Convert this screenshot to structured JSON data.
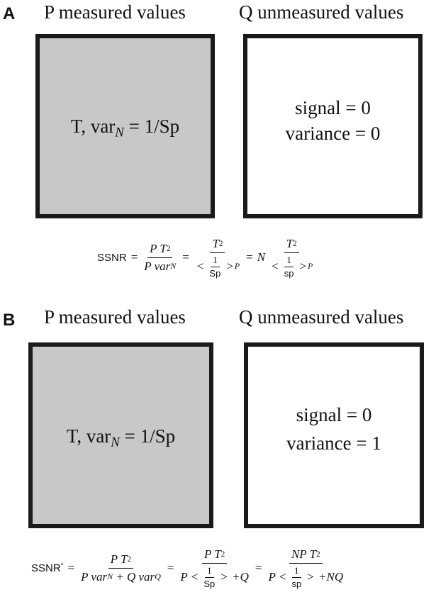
{
  "panel_a": {
    "letter": "A",
    "left_heading": "P measured values",
    "right_heading": "Q unmeasured values",
    "left_box": {
      "prefix": "T,  var",
      "sub": "N",
      "suffix": " = 1/Sp"
    },
    "right_box": {
      "line1": "signal = 0",
      "line2": "variance = 0"
    },
    "formula": {
      "lhs": "SSNR",
      "eq": "=",
      "t1_num": "P T",
      "t1_den": "P var",
      "t1_den_sub": "N",
      "t2_num": "T",
      "t3_coef": "N",
      "t3_num": "T",
      "lt": "<",
      "gt": ">",
      "one": "1",
      "sp_upper": "Sp",
      "sp_lower": "sp",
      "sub_p": "P",
      "sq": "2"
    }
  },
  "panel_b": {
    "letter": "B",
    "left_heading": "P measured values",
    "right_heading": "Q unmeasured values",
    "left_box": {
      "prefix": "T,  var",
      "sub": "N",
      "suffix": " = 1/Sp"
    },
    "right_box": {
      "line1": "signal = 0",
      "line2": "variance = 1"
    },
    "formula": {
      "lhs": "SSNR",
      "star": "*",
      "eq": "=",
      "t1_num": "P T",
      "t1_den_a": "P var",
      "t1_den_sub_n": "N",
      "t1_den_b": " + Q var",
      "t1_den_sub_q": "Q",
      "t2_num": "P T",
      "t2_den_p": "P",
      "t2_den_tail": " +Q",
      "t3_num": "NP T",
      "t3_den_p": "P",
      "t3_den_tail": " +NQ",
      "lt": "<",
      "gt": ">",
      "one": "1",
      "sp_upper": "Sp",
      "sp_lower": "sp",
      "sq": "2"
    }
  }
}
